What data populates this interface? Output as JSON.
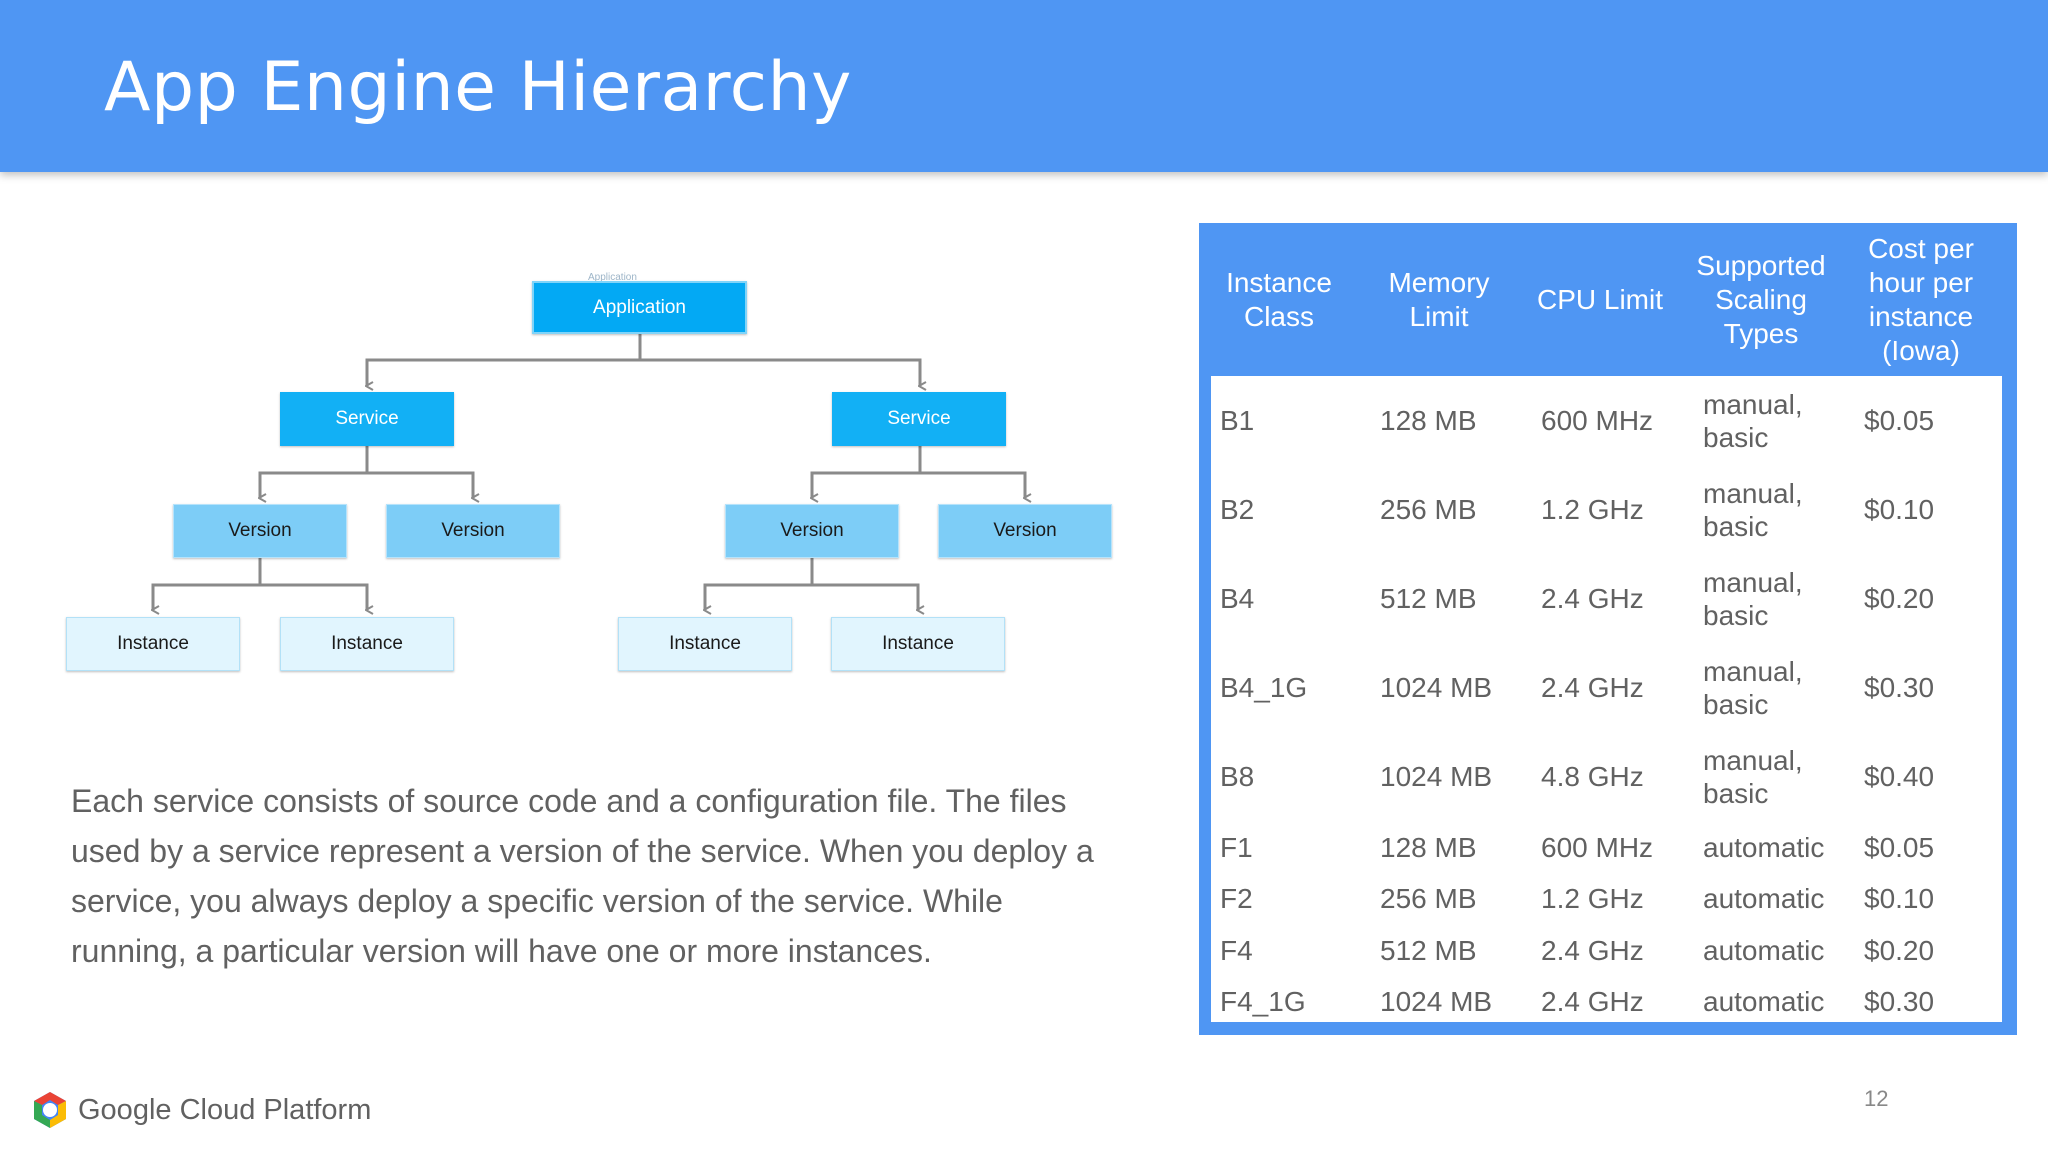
{
  "slide": {
    "title": "App Engine Hierarchy",
    "page_number": "12"
  },
  "diagram": {
    "application_label": "Application",
    "application_ghost_label": "Application",
    "services": [
      {
        "label": "Service",
        "versions": [
          {
            "label": "Version",
            "instances": [
              "Instance",
              "Instance"
            ]
          },
          {
            "label": "Version",
            "instances": []
          }
        ]
      },
      {
        "label": "Service",
        "versions": [
          {
            "label": "Version",
            "instances": [
              "Instance",
              "Instance"
            ]
          },
          {
            "label": "Version",
            "instances": []
          }
        ]
      }
    ]
  },
  "description": "Each service consists of source code and a configuration file. The files used by a service represent a version of the service. When you deploy a service, you always deploy a specific version of the service. While running, a particular version will have one or more instances.",
  "table": {
    "headers": [
      "Instance Class",
      "Memory Limit",
      "CPU Limit",
      "Supported Scaling Types",
      "Cost per hour per instance (Iowa)"
    ],
    "rows": [
      [
        "B1",
        "128 MB",
        "600 MHz",
        "manual, basic",
        "$0.05"
      ],
      [
        "B2",
        "256 MB",
        "1.2 GHz",
        "manual, basic",
        "$0.10"
      ],
      [
        "B4",
        "512 MB",
        "2.4 GHz",
        "manual, basic",
        "$0.20"
      ],
      [
        "B4_1G",
        "1024 MB",
        "2.4 GHz",
        "manual, basic",
        "$0.30"
      ],
      [
        "B8",
        "1024 MB",
        "4.8 GHz",
        "manual, basic",
        "$0.40"
      ],
      [
        "F1",
        "128 MB",
        "600 MHz",
        "automatic",
        "$0.05"
      ],
      [
        "F2",
        "256 MB",
        "1.2 GHz",
        "automatic",
        "$0.10"
      ],
      [
        "F4",
        "512 MB",
        "2.4 GHz",
        "automatic",
        "$0.20"
      ],
      [
        "F4_1G",
        "1024 MB",
        "2.4 GHz",
        "automatic",
        "$0.30"
      ]
    ]
  },
  "footer": {
    "brand": "Google Cloud Platform",
    "logo_icon": "google-cloud-hexagon-icon",
    "colors": {
      "header": "#4f96f3",
      "service": "#12b0f5",
      "version": "#7dcdf7",
      "instance": "#e1f5fe"
    }
  }
}
